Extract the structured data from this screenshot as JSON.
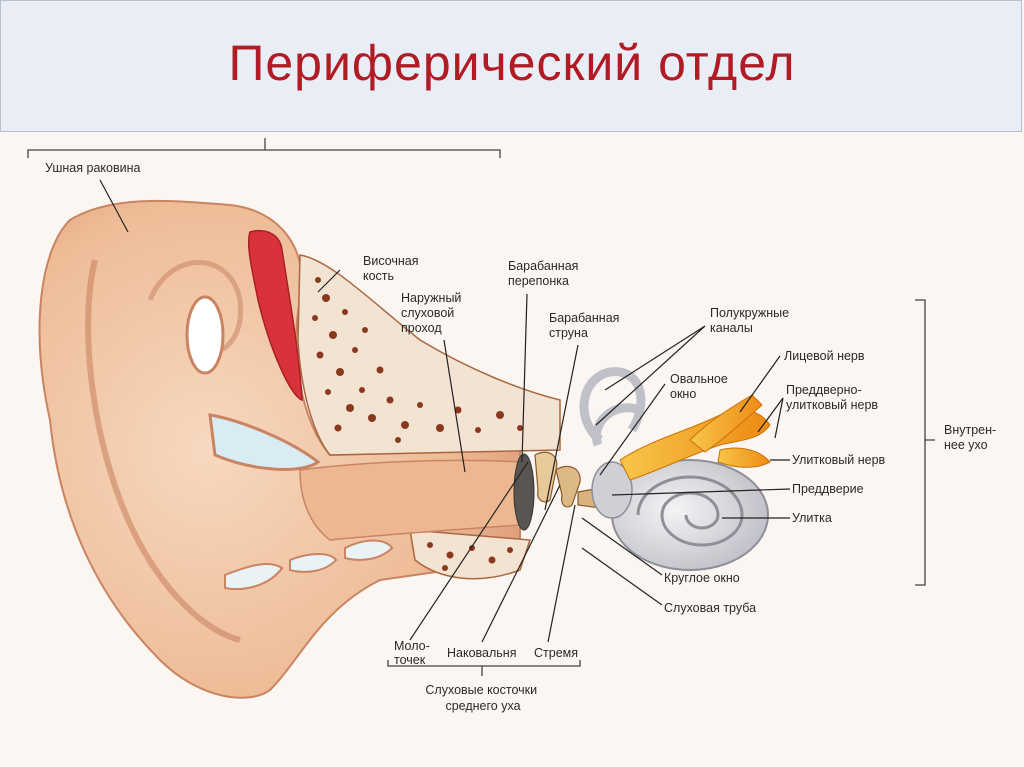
{
  "title": "Периферический отдел",
  "labels": {
    "pinna": "Ушная раковина",
    "temporal_bone": [
      "Височная",
      "кость"
    ],
    "ear_canal": [
      "Наружный",
      "слуховой",
      "проход"
    ],
    "eardrum": [
      "Барабанная",
      "перепонка"
    ],
    "chorda_tympani": [
      "Барабанная",
      "струна"
    ],
    "semicircular": [
      "Полукружные",
      "каналы"
    ],
    "oval_window": [
      "Овальное",
      "окно"
    ],
    "facial_nerve": "Лицевой нерв",
    "vestibulocochlear": [
      "Преддверно-",
      "улитковый нерв"
    ],
    "inner_ear": [
      "Внутрен-",
      "нее ухо"
    ],
    "cochlear_nerve": "Улитковый нерв",
    "vestibule": "Преддверие",
    "cochlea": "Улитка",
    "round_window": "Круглое окно",
    "eustachian": "Слуховая труба",
    "malleus": [
      "Моло-",
      "точек"
    ],
    "incus": "Наковальня",
    "stapes": "Стремя",
    "ossicles": [
      "Слуховые косточки",
      "среднего уха"
    ]
  },
  "colors": {
    "title": "#b01b24",
    "skin": "#f0c7a6",
    "skin_dark": "#d9987a",
    "bone": "#f3e3d2",
    "bone_spot": "#8a3a1c",
    "muscle": "#d8323a",
    "cartilage": "#d9ecf4",
    "nerve": "#f2a21e",
    "cochlea": "#dcdde2"
  }
}
